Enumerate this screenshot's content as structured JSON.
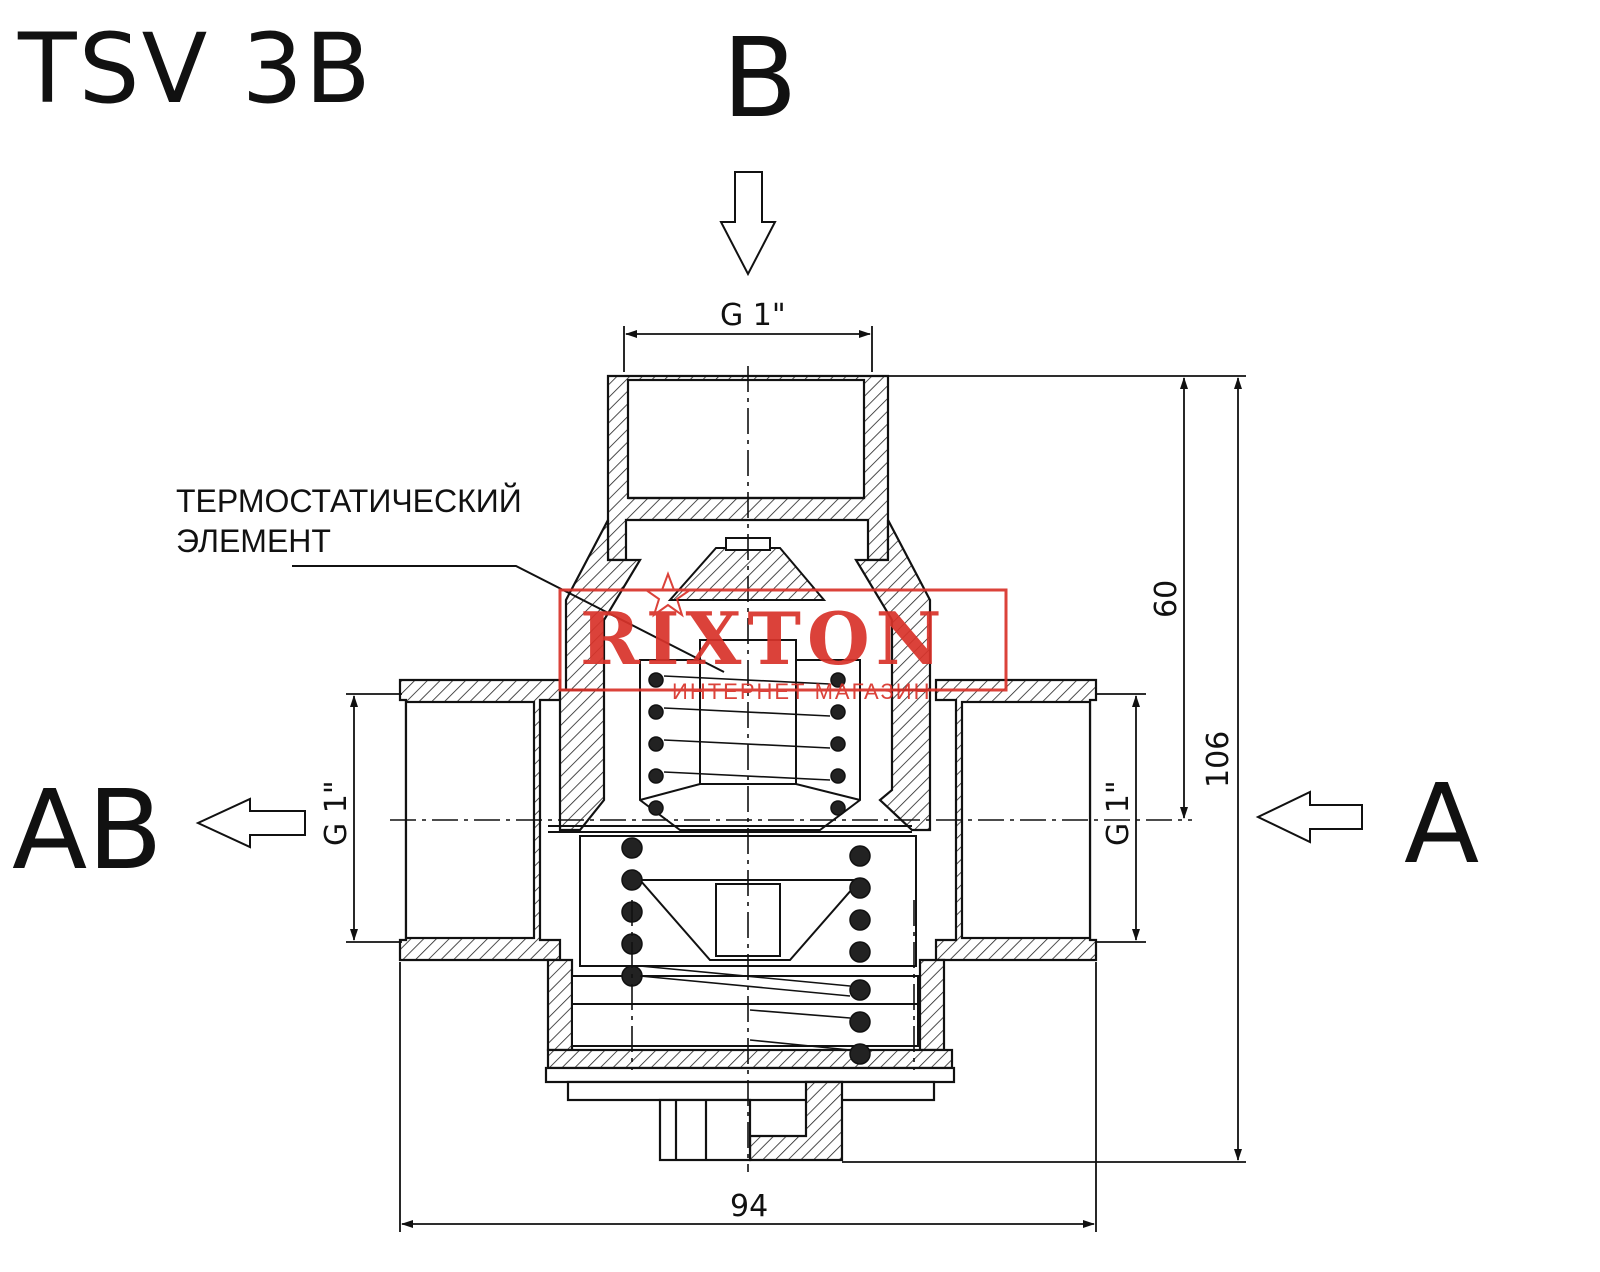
{
  "title": "TSV 3B",
  "ports": {
    "top": "B",
    "left": "AB",
    "right": "A"
  },
  "callout": {
    "line1": "ТЕРМОСТАТИЧЕСКИЙ",
    "line2": "ЭЛЕМЕНТ"
  },
  "dimensions": {
    "top_thread": "G 1\"",
    "left_thread": "G 1\"",
    "right_thread": "G 1\"",
    "height_60": "60",
    "height_106": "106",
    "width_94": "94"
  },
  "watermark": {
    "brand": "RIXTON",
    "subtitle": "ИНТЕРНЕТ МАГАЗИН",
    "color": "#d9332a"
  }
}
